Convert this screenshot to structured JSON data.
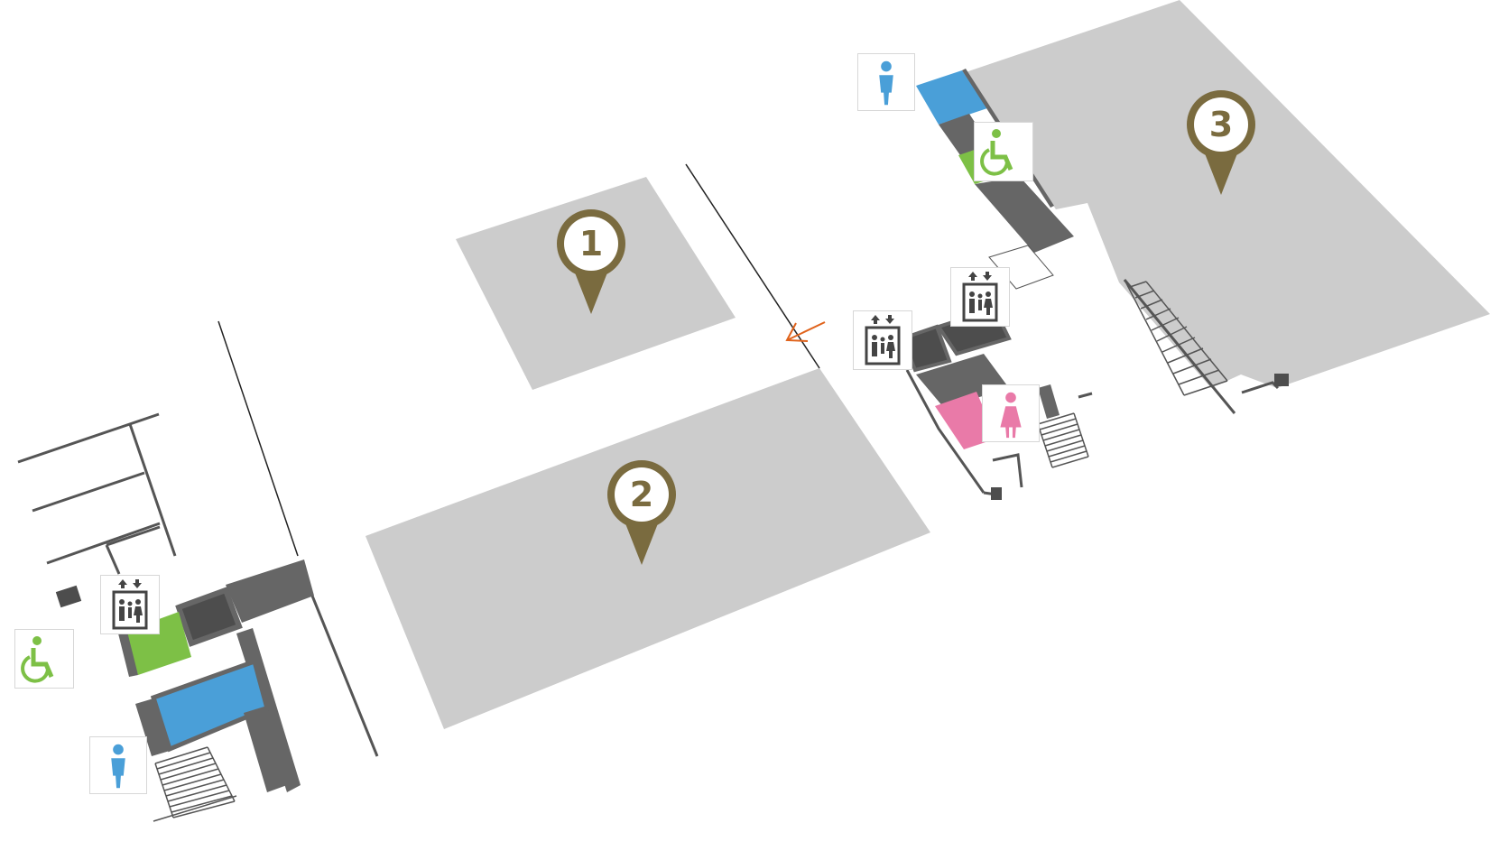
{
  "colors": {
    "area": "#cccccc",
    "wall": "#666666",
    "dark": "#4d4d4d",
    "pin": "#7a6b3f",
    "male": "#4a9fd8",
    "female": "#e97aa8",
    "accessible": "#7dc046",
    "entrance_arrow": "#e0631c"
  },
  "pins": [
    {
      "label": "1",
      "id": "area-1"
    },
    {
      "label": "2",
      "id": "area-2"
    },
    {
      "label": "3",
      "id": "area-3"
    }
  ],
  "icons": {
    "male": "male-restroom-icon",
    "female": "female-restroom-icon",
    "accessible": "wheelchair-accessible-icon",
    "elevator": "elevator-icon"
  }
}
